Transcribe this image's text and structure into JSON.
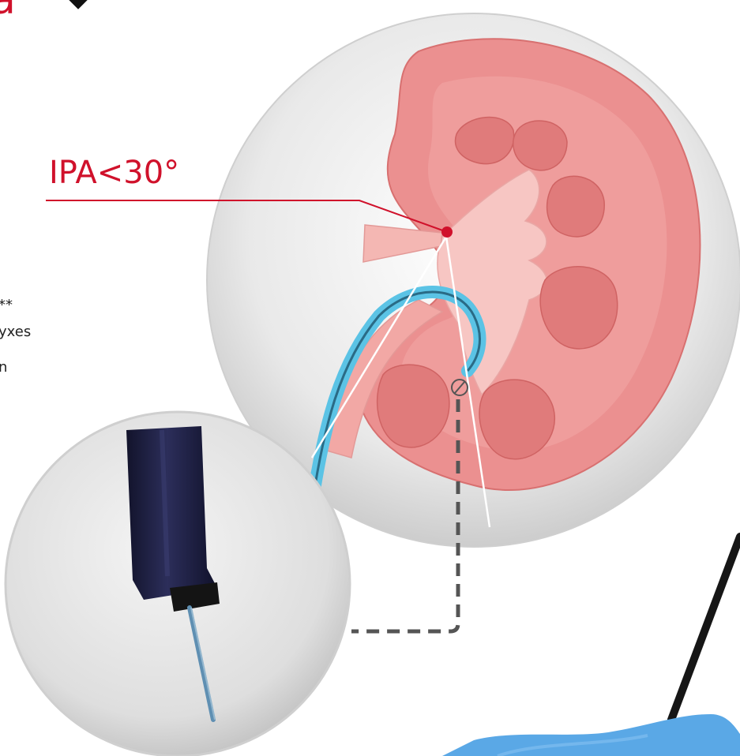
{
  "header": {
    "heading_fragment": "a",
    "diamond_icon": "diamond-icon"
  },
  "side_text": {
    "line1": "**",
    "line2": "yxes",
    "line3": "n"
  },
  "annotation": {
    "label": "IPA<30°"
  },
  "colors": {
    "brand_red": "#d0112b",
    "kidney": "#e98d8d",
    "kidney_dark": "#d86e6e",
    "ureteroscope_blue": "#5bc3e5",
    "circle_bg": "#dcdcdc",
    "scope_dark": "#1c1d3a",
    "glove_blue": "#5aa8e6"
  }
}
